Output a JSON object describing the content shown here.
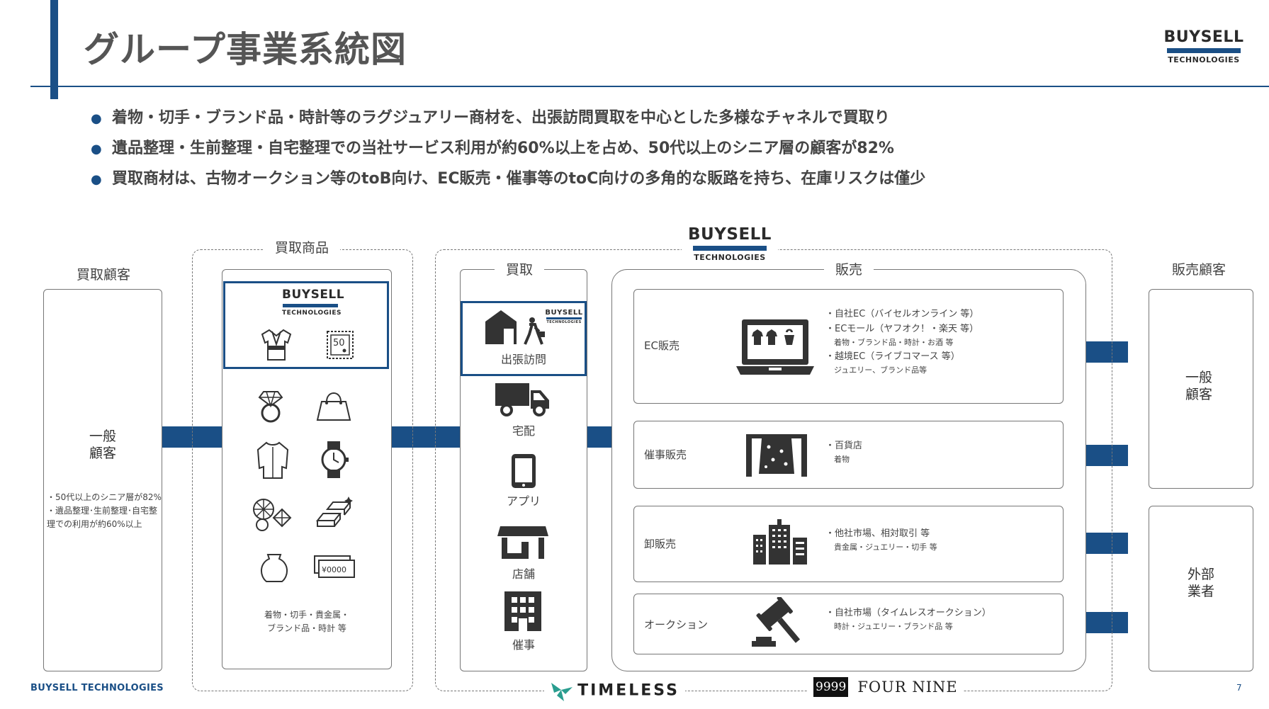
{
  "title": "グループ事業系統図",
  "brand": {
    "line1": "BUYSELL",
    "line2": "TECHNOLOGIES"
  },
  "bullets": [
    "着物・切手・ブランド品・時計等のラグジュアリー商材を、出張訪問買取を中心とした多様なチャネルで買取り",
    "遺品整理・生前整理・自宅整理での当社サービス利用が約60%以上を占め、50代以上のシニア層の顧客が82%",
    "買取商材は、古物オークション等のtoB向け、EC販売・催事等のtoC向けの多角的な販路を持ち、在庫リスクは僅少"
  ],
  "purchase_customers": {
    "label": "買取顧客",
    "name": "一般\n顧客",
    "notes": [
      "・50代以上のシニア層が82%",
      "・遺品整理･生前整理･自宅整",
      "理での利用が約60%以上"
    ]
  },
  "purchase_products": {
    "label": "買取商品",
    "caption": [
      "着物・切手・貴金属・",
      "ブランド品・時計 等"
    ]
  },
  "purchase": {
    "label": "買取",
    "channels": [
      "出張訪問",
      "宅配",
      "アプリ",
      "店舗",
      "催事"
    ]
  },
  "sales": {
    "label": "販売",
    "rows": [
      {
        "name": "EC販売",
        "items": [
          {
            "text": "・自社EC（バイセルオンライン 等）",
            "sub": false
          },
          {
            "text": "・ECモール（ヤフオク！・楽天 等）",
            "sub": false
          },
          {
            "text": "着物・ブランド品・時計・お酒 等",
            "sub": true
          },
          {
            "text": "・越境EC（ライブコマース 等）",
            "sub": false
          },
          {
            "text": "ジュエリー、ブランド品等",
            "sub": true
          }
        ]
      },
      {
        "name": "催事販売",
        "items": [
          {
            "text": "・百貨店",
            "sub": false
          },
          {
            "text": "着物",
            "sub": true
          }
        ]
      },
      {
        "name": "卸販売",
        "items": [
          {
            "text": "・他社市場、相対取引 等",
            "sub": false
          },
          {
            "text": "貴金属・ジュエリー・切手 等",
            "sub": true
          }
        ]
      },
      {
        "name": "オークション",
        "items": [
          {
            "text": "・自社市場（タイムレスオークション）",
            "sub": false
          },
          {
            "text": "時計・ジュエリー・ブランド品 等",
            "sub": true
          }
        ]
      }
    ]
  },
  "sales_customers": {
    "label": "販売顧客",
    "general": "一般\n顧客",
    "external": "外部\n業者"
  },
  "subsidiaries": {
    "timeless": "TIMELESS",
    "fournine_mark": "9999",
    "fournine": "FOUR NINE"
  },
  "footer": "BUYSELL TECHNOLOGIES",
  "page_number": "7",
  "colors": {
    "accent": "#1a4f86",
    "text": "#444444",
    "border": "#777777"
  },
  "icons": [
    "kimono-icon",
    "stamp-icon",
    "ring-icon",
    "handbag-icon",
    "fur-coat-icon",
    "watch-icon",
    "gem-icon",
    "gold-bar-icon",
    "pottery-icon",
    "banknote-icon",
    "house-visit-icon",
    "truck-icon",
    "smartphone-icon",
    "store-icon",
    "building-icon",
    "laptop-icon",
    "stage-icon",
    "office-buildings-icon",
    "gavel-icon"
  ]
}
